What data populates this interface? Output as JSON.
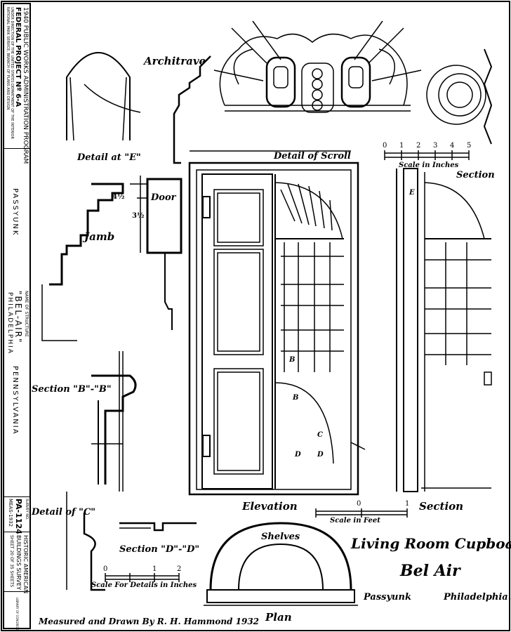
{
  "title_block": {
    "program_line1": "1940 PUBLIC WORKS ADMINISTRATION PROGRAM",
    "program_line2": "FEDERAL PROJECT Nº 6-A",
    "program_line3": "UNDER DIRECTION OF THE UNITED STATES DEPARTMENT OF THE INTERIOR",
    "program_line4": "NATIONAL PARK SERVICE, BRANCH OF PLANS AND DESIGN",
    "township": "PASSYUNK",
    "name_caption": "NAME OF STRUCTURE",
    "structure_name": "\"BEL-AIR\"",
    "city": "PHILADELPHIA",
    "state": "PENNSYLVANIA",
    "survey_caption": "SURVEY NO.",
    "survey_no": "PA-1124",
    "survey_sub": "MEAS-1932",
    "agency_line1": "HISTORIC AMERICAN",
    "agency_line2": "BUILDINGS SURVEY",
    "sheet_info": "SHEET 20 OF 35 SHEETS",
    "library_note": "LIBRARY OF CONGRESS"
  },
  "labels": {
    "architrave": "Architrave",
    "detail_e": "Detail at \"E\"",
    "detail_scroll": "Detail of Scroll",
    "scale_inches_top": "Scale in Inches",
    "section_top": "Section",
    "door": "Door",
    "jamb": "Jamb",
    "dim_a": "4½",
    "dim_b": "3½",
    "section_bb": "Section \"B\"-\"B\"",
    "detail_c": "Detail of \"C\"",
    "section_dd": "Section \"D\"-\"D\"",
    "scale_details": "Scale For Details in Inches",
    "elevation": "Elevation",
    "section_main": "Section",
    "scale_feet": "Scale in Feet",
    "shelves": "Shelves",
    "plan": "Plan",
    "mark_b1": "B",
    "mark_b2": "B",
    "mark_c": "C",
    "mark_d1": "D",
    "mark_d2": "D",
    "mark_e": "E"
  },
  "scale_ticks": {
    "inches_top": [
      "0",
      "1",
      "2",
      "3",
      "4",
      "5"
    ],
    "feet": [
      "0",
      "1"
    ],
    "details": [
      "0",
      "1",
      "2"
    ]
  },
  "title": {
    "line1": "Living Room Cupboard",
    "line2": "Bel Air",
    "place_left": "Passyunk",
    "place_right": "Philadelphia."
  },
  "credit": "Measured and Drawn By R. H. Hammond 1932"
}
